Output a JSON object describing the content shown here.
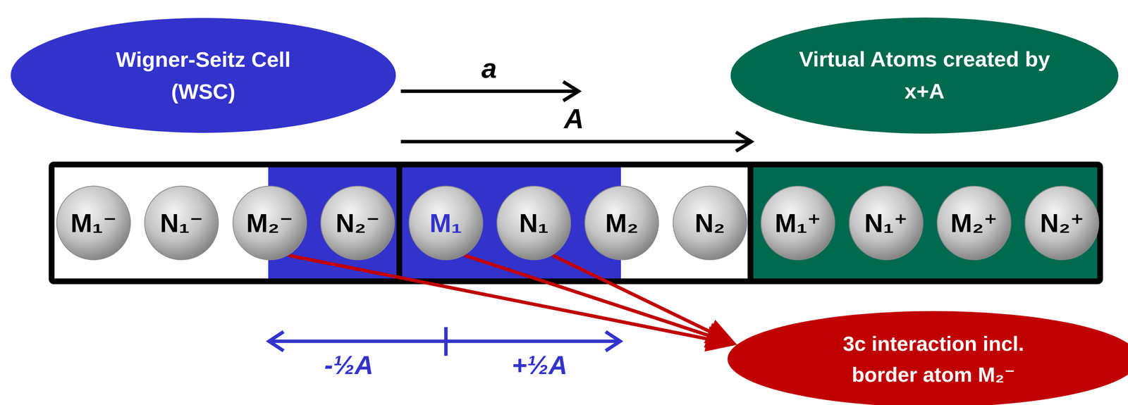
{
  "diagram": {
    "nodes": [
      {
        "text": [
          "Wigner-Seitz Cell (WSC)"
        ]
      },
      {
        "text": [
          "Virtual Atoms created by x+A"
        ]
      },
      {
        "text": [
          "M₁⁻"
        ]
      },
      {
        "text": [
          "N₁⁻"
        ]
      },
      {
        "text": [
          "M₂⁻"
        ]
      },
      {
        "text": [
          "N₂⁻"
        ]
      },
      {
        "text": [
          "M₁"
        ]
      },
      {
        "text": [
          "N₁"
        ]
      },
      {
        "text": [
          "M₂"
        ]
      },
      {
        "text": [
          "N₂"
        ]
      },
      {
        "text": [
          "M₁⁺"
        ]
      },
      {
        "text": [
          "N₁⁺"
        ]
      },
      {
        "text": [
          "M₂⁺"
        ]
      },
      {
        "text": [
          "N₂⁺"
        ]
      },
      {
        "text": [
          "3c interaction incl. border atom M₂⁻"
        ]
      }
    ],
    "edges": [
      {
        "from": 4,
        "to": 14,
        "arrow": "to"
      },
      {
        "from": 6,
        "to": 14,
        "arrow": "to"
      },
      {
        "from": 7,
        "to": 14,
        "arrow": "to"
      }
    ],
    "labels": [
      "a",
      "A",
      "-½A",
      "+½A"
    ]
  }
}
